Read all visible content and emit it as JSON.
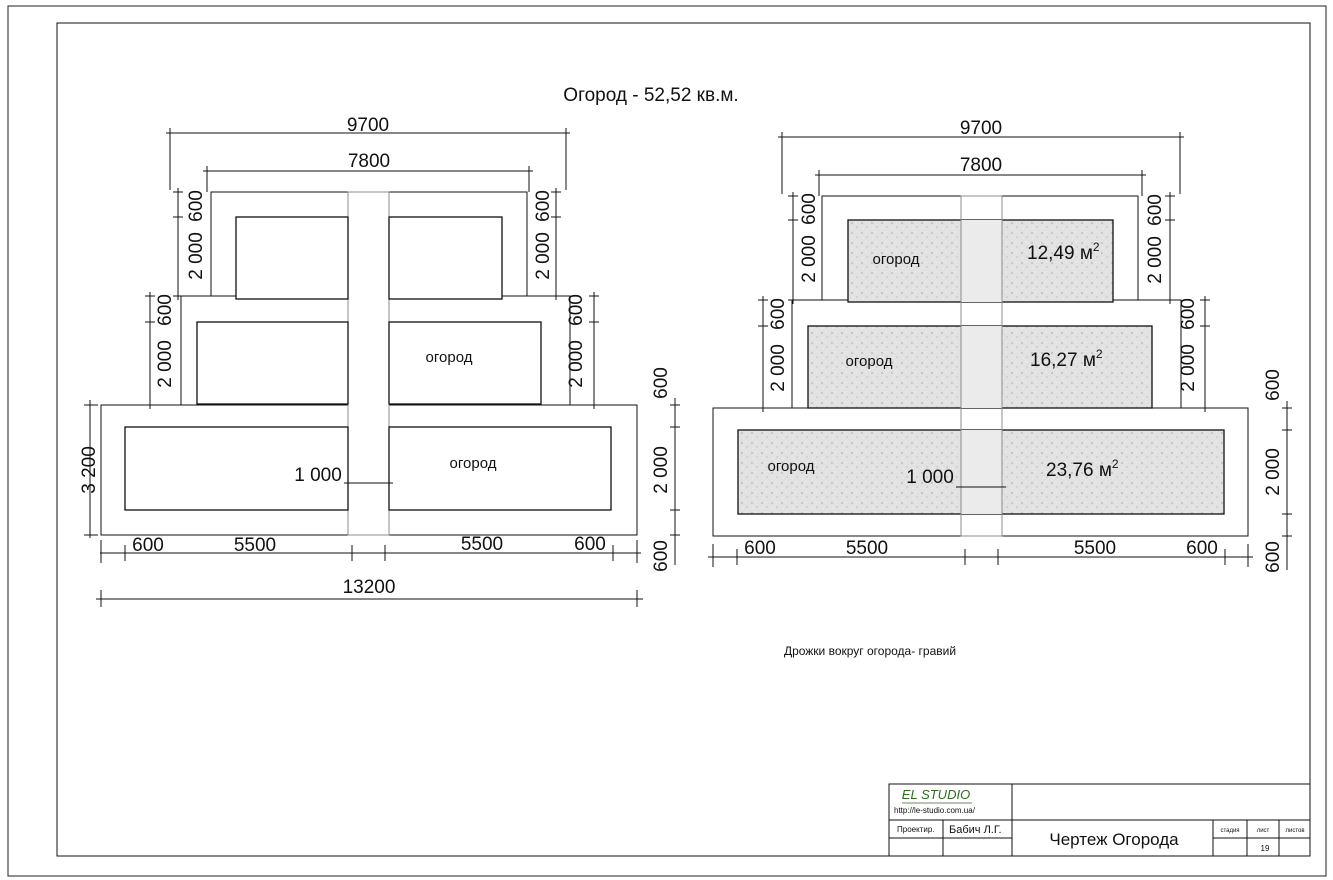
{
  "title": "Огород - 52,52 кв.м.",
  "note": "Дрожки вокруг огорода- гравий",
  "bed_label": "огород",
  "left_plan": {
    "dims_top": [
      "9700",
      "7800"
    ],
    "dim_bottom_total": "13200",
    "dims_bottom": [
      "600",
      "5500",
      "5500",
      "600"
    ],
    "dim_path_width": "1 000",
    "dim_left_total": "3 200",
    "tier_dims_left": [
      [
        "600",
        "2 000"
      ],
      [
        "600",
        "2 000"
      ]
    ],
    "tier_dims_right": [
      [
        "600",
        "2 000"
      ],
      [
        "600",
        "2 000"
      ],
      [
        "600",
        "2 000",
        "600"
      ]
    ]
  },
  "right_plan": {
    "dims_top": [
      "9700",
      "7800"
    ],
    "dims_bottom": [
      "600",
      "5500",
      "5500",
      "600"
    ],
    "dim_path_width": "1 000",
    "tier_dims_left": [
      [
        "600",
        "2 000"
      ],
      [
        "600",
        "2 000"
      ]
    ],
    "tier_dims_right": [
      [
        "600",
        "2 000"
      ],
      [
        "600",
        "2 000"
      ],
      [
        "600",
        "2 000",
        "600"
      ]
    ],
    "areas": [
      "12,49 м",
      "16,27 м",
      "23,76 м"
    ],
    "area_unit_sup": "2"
  },
  "title_block": {
    "logo": "EL STUDIO",
    "url": "http://le-studio.com.ua/",
    "role_label": "Проектир.",
    "designer": "Бабич Л.Г.",
    "drawing_title": "Чертеж Огорода",
    "col_stage": "стадия",
    "col_sheet": "лист",
    "col_sheets": "листов",
    "sheet_number": "19"
  },
  "colors": {
    "line": "#111111",
    "gravel": "#e2e2e2",
    "path_outline": "#8c8c8c"
  }
}
